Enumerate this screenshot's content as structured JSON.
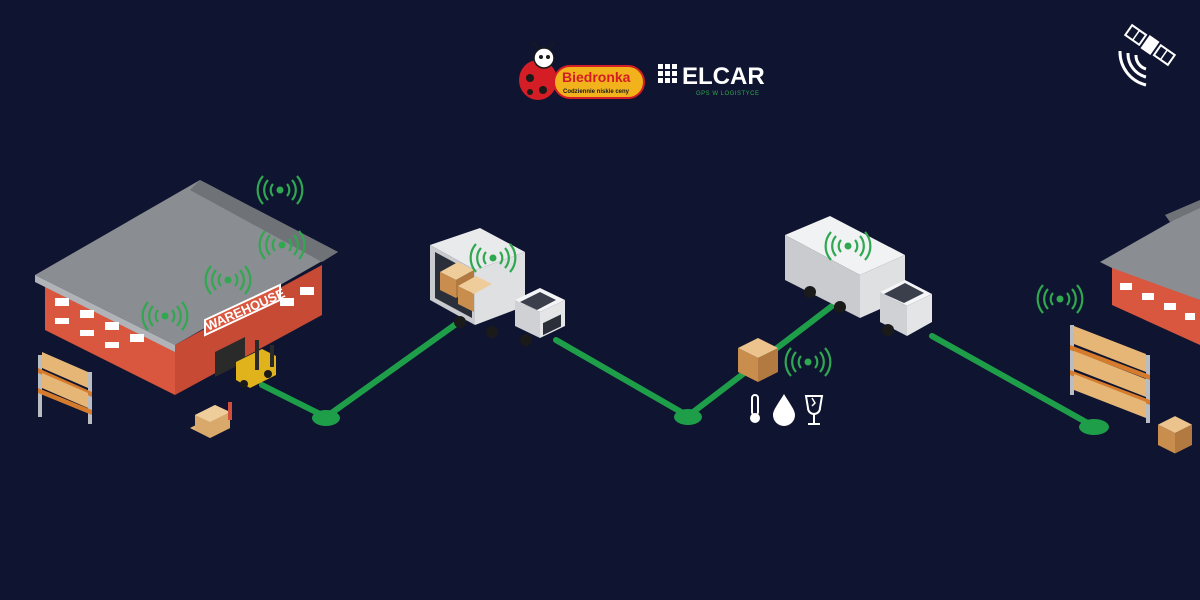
{
  "colors": {
    "background": "#0f1430",
    "route": "#1f9e4a",
    "signal": "#2fa84f",
    "brick": "#d9573f",
    "roof": "#8a8d92",
    "box": "#d9a86b"
  },
  "logos": {
    "biedronka_name": "Biedronka",
    "biedronka_tagline": "Codziennie niskie ceny",
    "elcar_name": "ELCAR",
    "elcar_tagline": "GPS W LOGISTYCE"
  },
  "buildings": {
    "warehouse_sign": "WAREHOUSE"
  },
  "icons": {
    "satellite": "satellite-icon",
    "signal": "wifi-signal-icon",
    "temperature": "thermometer-icon",
    "humidity": "water-drop-icon",
    "fragile": "broken-glass-icon"
  }
}
